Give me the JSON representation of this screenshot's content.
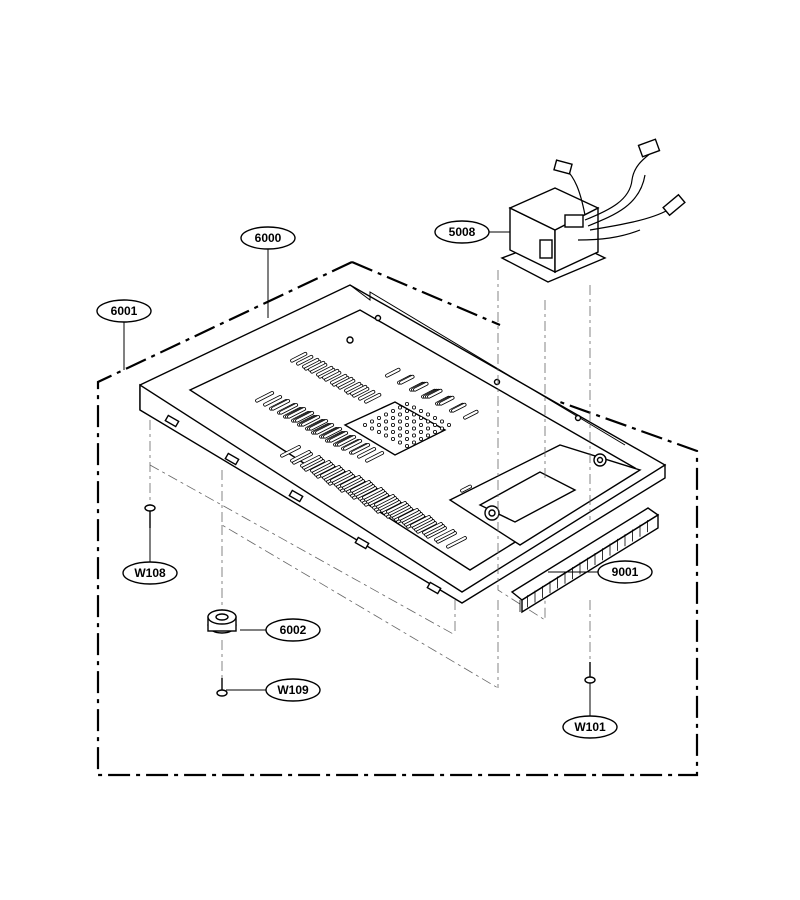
{
  "diagram": {
    "callouts": [
      {
        "id": "6000",
        "label": "6000"
      },
      {
        "id": "6001",
        "label": "6001"
      },
      {
        "id": "5008",
        "label": "5008"
      },
      {
        "id": "9001",
        "label": "9001"
      },
      {
        "id": "6002",
        "label": "6002"
      },
      {
        "id": "W108",
        "label": "W108"
      },
      {
        "id": "W109",
        "label": "W109"
      },
      {
        "id": "W101",
        "label": "W101"
      }
    ]
  }
}
